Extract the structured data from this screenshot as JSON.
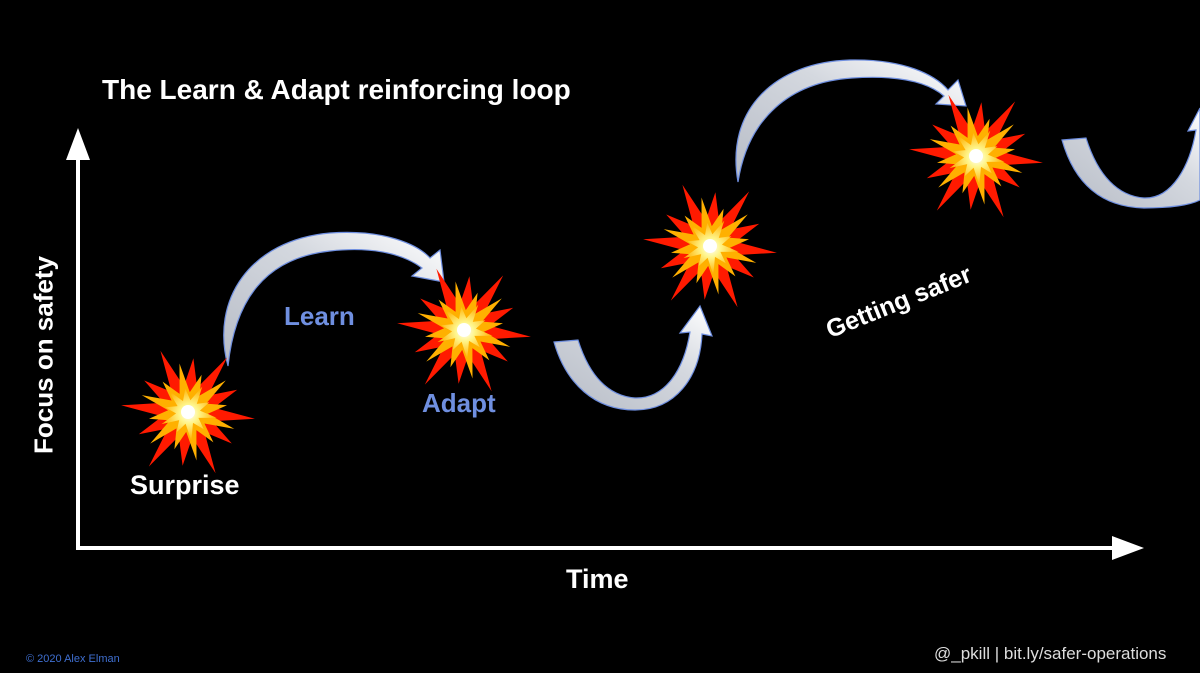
{
  "title": "The Learn & Adapt reinforcing loop",
  "y_axis_label": "Focus on safety",
  "x_axis_label": "Time",
  "labels": {
    "surprise": "Surprise",
    "learn": "Learn",
    "adapt": "Adapt",
    "getting_safer": "Getting safer"
  },
  "footer": {
    "copyright": "© 2020 Alex Elman",
    "credit": "@_pkill | bit.ly/safer-operations"
  },
  "colors": {
    "background": "#000000",
    "axis": "#ffffff",
    "accent_text": "#6f8fe0",
    "arrow_fill": "#c8ccd4",
    "burst_outer": "#ff1a00",
    "burst_mid": "#ffb000",
    "burst_inner": "#ffffff"
  },
  "icons": [
    "explosion-icon",
    "curved-arrow-icon"
  ]
}
